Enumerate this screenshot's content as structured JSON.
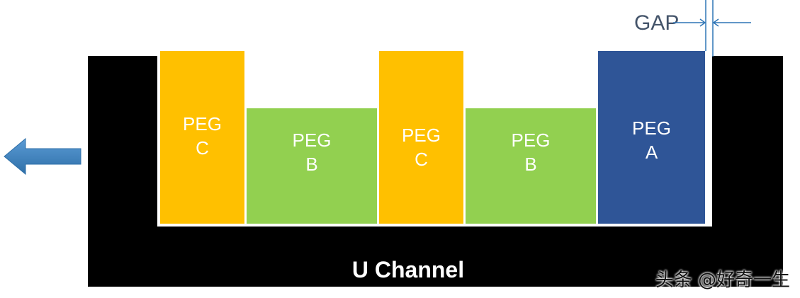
{
  "diagram": {
    "channel": {
      "label": "U Channel",
      "color": "#000000"
    },
    "pegs": [
      {
        "line1": "PEG",
        "line2": "C",
        "color": "#ffc000"
      },
      {
        "line1": "PEG",
        "line2": "B",
        "color": "#92d050"
      },
      {
        "line1": "PEG",
        "line2": "C",
        "color": "#ffc000"
      },
      {
        "line1": "PEG",
        "line2": "B",
        "color": "#92d050"
      },
      {
        "line1": "PEG",
        "line2": "A",
        "color": "#2f5597"
      }
    ],
    "gap": {
      "label": "GAP",
      "color": "#2e75b6"
    },
    "direction_arrow": {
      "icon": "left-arrow-icon",
      "color": "#2e75b6"
    }
  },
  "watermark": {
    "text": "头条 @好奇一生"
  }
}
